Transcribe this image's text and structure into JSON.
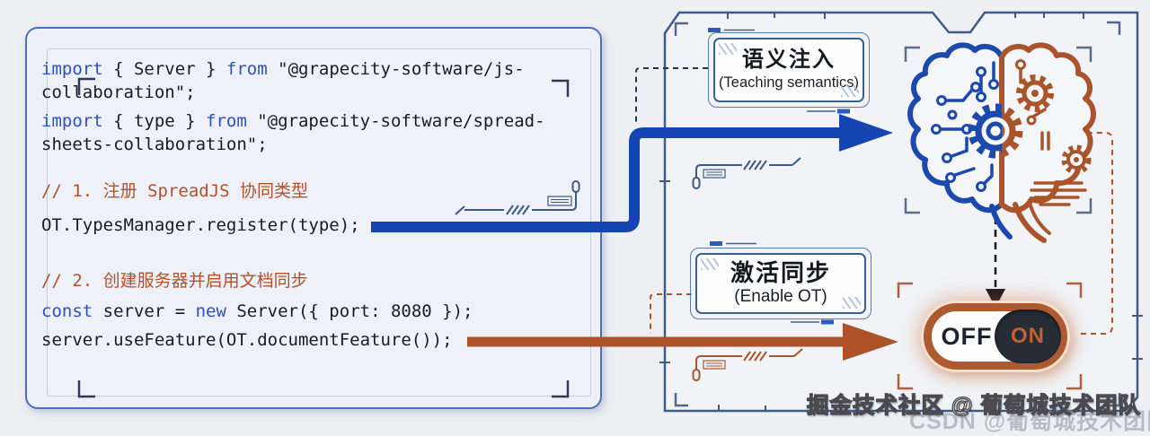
{
  "code_panel": {
    "lines": [
      {
        "segments": [
          {
            "s": "k",
            "t": "import"
          },
          {
            "s": "p",
            "t": " { Server } "
          },
          {
            "s": "k",
            "t": "from"
          },
          {
            "s": "p",
            "t": " \"@grapecity-software/js-"
          }
        ]
      },
      {
        "segments": [
          {
            "s": "p",
            "t": "collaboration\";"
          }
        ]
      },
      {
        "segments": [
          {
            "s": "k",
            "t": "import"
          },
          {
            "s": "p",
            "t": " { type } "
          },
          {
            "s": "k",
            "t": "from"
          },
          {
            "s": "p",
            "t": " \"@grapecity-software/spread-"
          }
        ]
      },
      {
        "segments": [
          {
            "s": "p",
            "t": "sheets-collaboration\";"
          }
        ]
      },
      {
        "segments": [
          {
            "s": "c",
            "t": "// 1. 注册 SpreadJS 协同类型"
          }
        ]
      },
      {
        "segments": [
          {
            "s": "p",
            "t": "OT.TypesManager.register(type);"
          }
        ]
      },
      {
        "segments": [
          {
            "s": "c",
            "t": "// 2. 创建服务器并启用文档同步"
          }
        ]
      },
      {
        "segments": [
          {
            "s": "k",
            "t": "const"
          },
          {
            "s": "p",
            "t": " server = "
          },
          {
            "s": "k",
            "t": "new"
          },
          {
            "s": "p",
            "t": " Server({ port: 8080 });"
          }
        ]
      },
      {
        "segments": [
          {
            "s": "p",
            "t": "server.useFeature(OT.documentFeature());"
          }
        ]
      }
    ]
  },
  "labels": {
    "semantic": {
      "title": "语义注入",
      "subtitle": "(Teaching semantics)"
    },
    "sync": {
      "title": "激活同步",
      "subtitle": "(Enable OT)"
    }
  },
  "toggle": {
    "off_label": "OFF",
    "on_label": "ON",
    "state": "ON"
  },
  "watermark": {
    "primary": "掘金技术社区 @ 葡萄城技术团队",
    "secondary": "CSDN @葡萄城技术团队"
  },
  "colors": {
    "keyword_blue": "#2b50c7",
    "comment_orange": "#b2512b",
    "arrow_blue": "#1545b2",
    "arrow_orange": "#ac5128",
    "frame_navy": "#3f5c86",
    "toggle_ring": "#ad5a30",
    "toggle_dark": "#282c34"
  }
}
